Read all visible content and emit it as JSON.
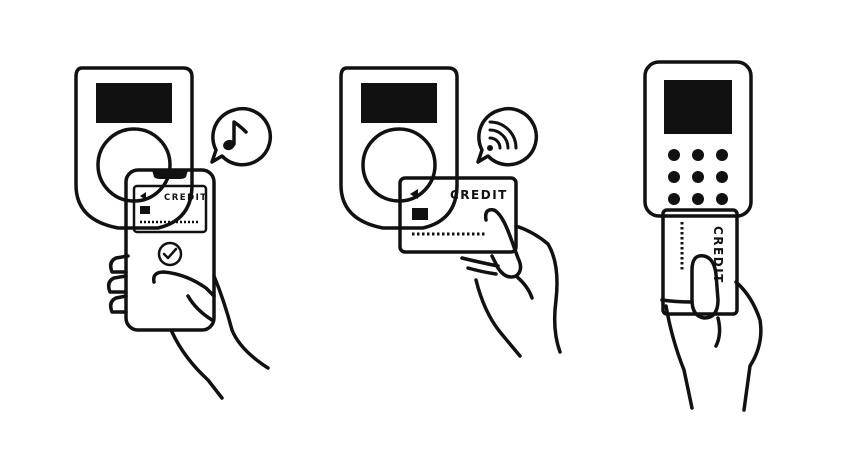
{
  "illustrations": {
    "phone_payment": {
      "card_label": "CREDIT"
    },
    "contactless_card_payment": {
      "card_label": "CREDIT"
    },
    "card_insert_payment": {
      "card_label": "CREDIT"
    }
  },
  "colors": {
    "ink": "#111111",
    "background": "#ffffff"
  },
  "icons": [
    "music-note-icon",
    "contactless-icon",
    "checkmark-icon",
    "play-arrow-icon"
  ]
}
